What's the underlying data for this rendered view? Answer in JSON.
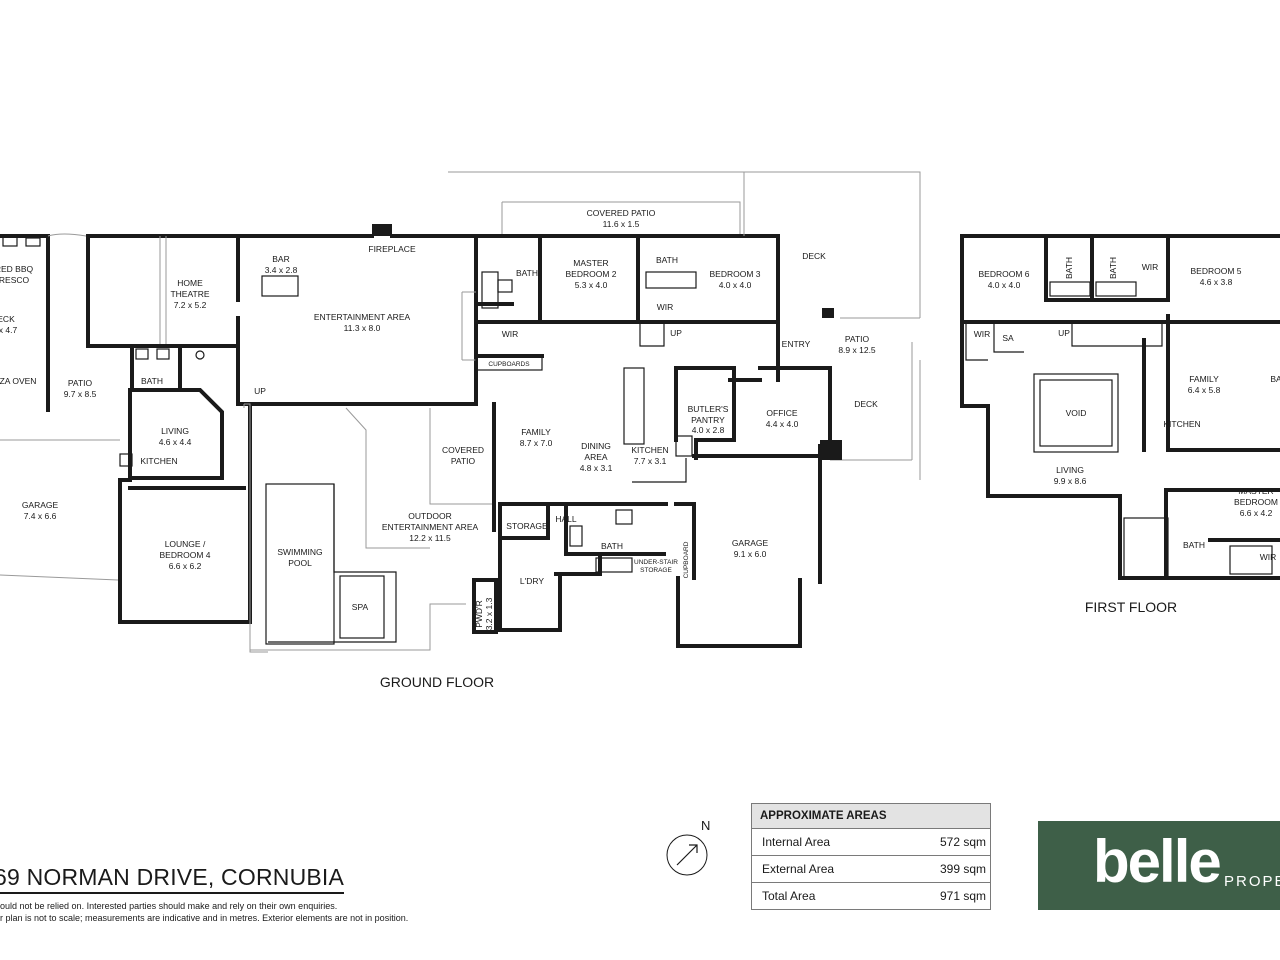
{
  "rooms": {
    "bbq": {
      "name": "RED BBQ",
      "name2": "RESCO"
    },
    "deck_left": {
      "name": "ECK",
      "dim": "x 4.7"
    },
    "pizza": {
      "name": "ZA OVEN"
    },
    "patio_left": {
      "name": "PATIO",
      "dim": "9.7 x 8.5"
    },
    "garage_left": {
      "name": "GARAGE",
      "dim": "7.4 x 6.6"
    },
    "home_theatre": {
      "name": "HOME",
      "name2": "THEATRE",
      "dim": "7.2 x 5.2"
    },
    "bath_left": {
      "name": "BATH"
    },
    "living_left": {
      "name": "LIVING",
      "dim": "4.6 x 4.4"
    },
    "kitchen_left": {
      "name": "KITCHEN"
    },
    "lounge": {
      "name": "LOUNGE /",
      "name2": "BEDROOM 4",
      "dim": "6.6 x 6.2"
    },
    "bar": {
      "name": "BAR",
      "dim": "3.4 x 2.8"
    },
    "fireplace": {
      "name": "FIREPLACE"
    },
    "entertainment": {
      "name": "ENTERTAINMENT AREA",
      "dim": "11.3 x 8.0"
    },
    "up_left": {
      "name": "UP"
    },
    "pool": {
      "name": "SWIMMING",
      "name2": "POOL"
    },
    "spa": {
      "name": "SPA"
    },
    "outdoor_ent": {
      "name": "OUTDOOR",
      "name2": "ENTERTAINMENT AREA",
      "dim": "12.2 x 11.5"
    },
    "covered_patio_mid": {
      "name": "COVERED",
      "name2": "PATIO"
    },
    "covered_patio_top": {
      "name": "COVERED PATIO",
      "dim": "11.6 x 1.5"
    },
    "bath_master": {
      "name": "BATH"
    },
    "master2": {
      "name": "MASTER",
      "name2": "BEDROOM 2",
      "dim": "5.3 x 4.0"
    },
    "wir_master": {
      "name": "WIR"
    },
    "cupboards": {
      "name": "CUPBOARDS"
    },
    "bath3": {
      "name": "BATH"
    },
    "bedroom3": {
      "name": "BEDROOM 3",
      "dim": "4.0 x 4.0"
    },
    "wir3": {
      "name": "WIR"
    },
    "up_mid": {
      "name": "UP"
    },
    "deck_top": {
      "name": "DECK"
    },
    "entry": {
      "name": "ENTRY"
    },
    "patio_right": {
      "name": "PATIO",
      "dim": "8.9 x 12.5"
    },
    "deck_right": {
      "name": "DECK"
    },
    "family": {
      "name": "FAMILY",
      "dim": "8.7 x 7.0"
    },
    "dining": {
      "name": "DINING",
      "name2": "AREA",
      "dim": "4.8 x 3.1"
    },
    "kitchen_main": {
      "name": "KITCHEN",
      "dim": "7.7 x 3.1"
    },
    "butlers": {
      "name": "BUTLER'S",
      "name2": "PANTRY",
      "dim": "4.0 x 2.8"
    },
    "office": {
      "name": "OFFICE",
      "dim": "4.4 x 4.0"
    },
    "storage": {
      "name": "STORAGE"
    },
    "hall": {
      "name": "HALL"
    },
    "bath_hall": {
      "name": "BATH"
    },
    "understair": {
      "name": "UNDER-STAIR",
      "name2": "STORAGE"
    },
    "cupboard": {
      "name": "CUPBOARD"
    },
    "laundry": {
      "name": "L'DRY"
    },
    "pwdr": {
      "name": "PWD'R",
      "dim": "3.2 x 1.3"
    },
    "garage_main": {
      "name": "GARAGE",
      "dim": "9.1 x 6.0"
    },
    "bedroom6": {
      "name": "BEDROOM 6",
      "dim": "4.0 x 4.0"
    },
    "bath_ff1": {
      "name": "BATH"
    },
    "bath_ff2": {
      "name": "BATH"
    },
    "wir_ff1": {
      "name": "WIR"
    },
    "bedroom5": {
      "name": "BEDROOM 5",
      "dim": "4.6 x 3.8"
    },
    "wir_ff2": {
      "name": "WIR"
    },
    "sa": {
      "name": "SA"
    },
    "up_ff": {
      "name": "UP"
    },
    "void": {
      "name": "VOID"
    },
    "family_ff": {
      "name": "FAMILY",
      "dim": "6.4 x 5.8"
    },
    "ba_ff": {
      "name": "BA"
    },
    "kitchen_ff": {
      "name": "KITCHEN"
    },
    "living_ff": {
      "name": "LIVING",
      "dim": "9.9 x 8.6"
    },
    "master_ff": {
      "name": "MASTER",
      "name2": "BEDROOM",
      "dim": "6.6 x 4.2"
    },
    "bath_ff3": {
      "name": "BATH"
    },
    "wir_ff3": {
      "name": "WIR"
    }
  },
  "floors": {
    "ground": "GROUND FLOOR",
    "first": "FIRST FLOOR"
  },
  "address": "69 NORMAN DRIVE, CORNUBIA",
  "disclaimer": {
    "line1": "ould not be relied on. Interested parties should make and rely on their own enquiries.",
    "line2": "r plan is not to scale; measurements are indicative and in metres. Exterior elements are not in position."
  },
  "compass": {
    "label": "N"
  },
  "areas": {
    "title": "APPROXIMATE AREAS",
    "rows": [
      {
        "label": "Internal Area",
        "value": "572 sqm"
      },
      {
        "label": "External Area",
        "value": "399 sqm"
      },
      {
        "label": "Total Area",
        "value": "971 sqm"
      }
    ]
  },
  "brand": {
    "name": "belle",
    "sub": "PROPE",
    "color": "#3e5f48"
  }
}
